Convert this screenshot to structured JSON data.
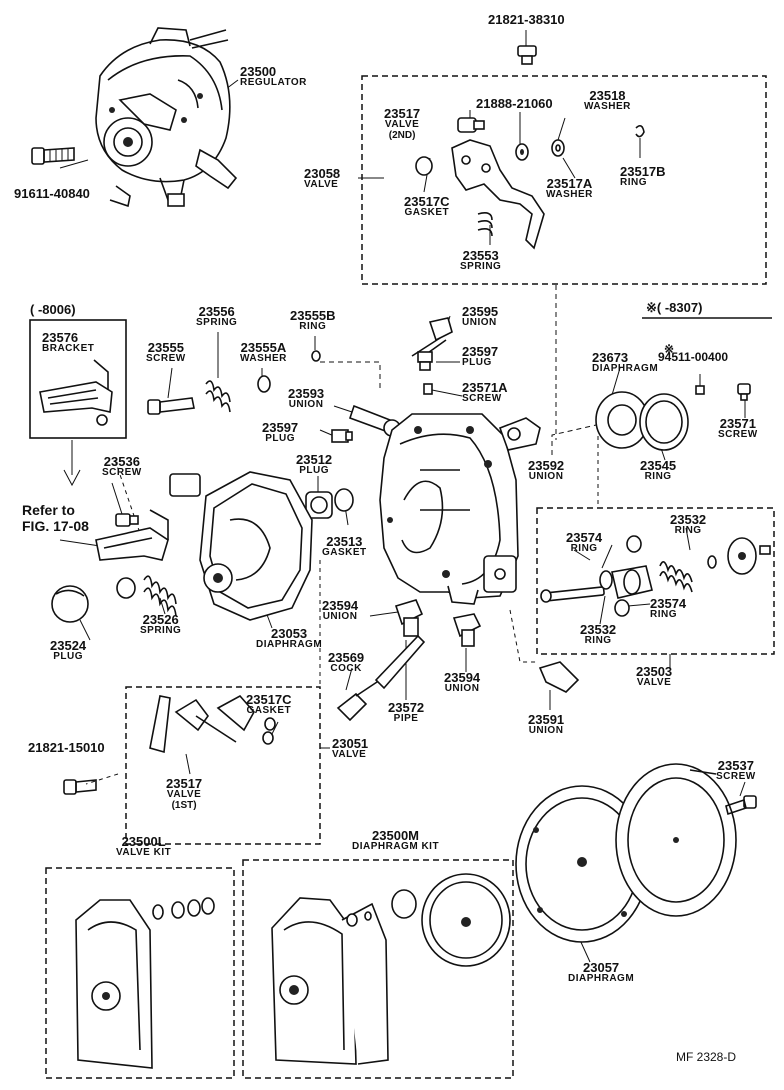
{
  "labels": {
    "l_21821_38310": {
      "num": "21821-38310"
    },
    "l_23500": {
      "num": "23500",
      "name": "REGULATOR"
    },
    "l_91611": {
      "num": "91611-40840"
    },
    "l_23517": {
      "num": "23517",
      "name": "VALVE",
      "note": "(2ND)"
    },
    "l_21888": {
      "num": "21888-21060"
    },
    "l_23518": {
      "num": "23518",
      "name": "WASHER"
    },
    "l_23058": {
      "num": "23058",
      "name": "VALVE"
    },
    "l_23517B": {
      "num": "23517B",
      "name": "RING"
    },
    "l_23517A": {
      "num": "23517A",
      "name": "WASHER"
    },
    "l_23517C_top": {
      "num": "23517C",
      "name": "GASKET"
    },
    "l_23553": {
      "num": "23553",
      "name": "SPRING"
    },
    "l_23576": {
      "num": "23576",
      "name": "BRACKET"
    },
    "l_23556": {
      "num": "23556",
      "name": "SPRING"
    },
    "l_23555B": {
      "num": "23555B",
      "name": "RING"
    },
    "l_23595": {
      "num": "23595",
      "name": "UNION"
    },
    "l_23555": {
      "num": "23555",
      "name": "SCREW"
    },
    "l_23555A": {
      "num": "23555A",
      "name": "WASHER"
    },
    "l_23597_r": {
      "num": "23597",
      "name": "PLUG"
    },
    "l_23593": {
      "num": "23593",
      "name": "UNION"
    },
    "l_23571A": {
      "num": "23571A",
      "name": "SCREW"
    },
    "l_23673": {
      "num": "23673",
      "name": "DIAPHRAGM"
    },
    "l_94511": {
      "num": "94511-00400"
    },
    "l_23571": {
      "num": "23571",
      "name": "SCREW"
    },
    "l_23597_l": {
      "num": "23597",
      "name": "PLUG"
    },
    "l_23512": {
      "num": "23512",
      "name": "PLUG"
    },
    "l_23592": {
      "num": "23592",
      "name": "UNION"
    },
    "l_23545": {
      "num": "23545",
      "name": "RING"
    },
    "l_23536": {
      "num": "23536",
      "name": "SCREW"
    },
    "l_23513": {
      "num": "23513",
      "name": "GASKET"
    },
    "l_23574_l": {
      "num": "23574",
      "name": "RING"
    },
    "l_23532_r": {
      "num": "23532",
      "name": "RING"
    },
    "l_23526": {
      "num": "23526",
      "name": "SPRING"
    },
    "l_23053": {
      "num": "23053",
      "name": "DIAPHRAGM"
    },
    "l_23594_l": {
      "num": "23594",
      "name": "UNION"
    },
    "l_23574_r": {
      "num": "23574",
      "name": "RING"
    },
    "l_23532_l": {
      "num": "23532",
      "name": "RING"
    },
    "l_23524": {
      "num": "23524",
      "name": "PLUG"
    },
    "l_23569": {
      "num": "23569",
      "name": "COCK"
    },
    "l_23594_r": {
      "num": "23594",
      "name": "UNION"
    },
    "l_23503": {
      "num": "23503",
      "name": "VALVE"
    },
    "l_23572": {
      "num": "23572",
      "name": "PIPE"
    },
    "l_23591": {
      "num": "23591",
      "name": "UNION"
    },
    "l_23517C_bot": {
      "num": "23517C",
      "name": "GASKET"
    },
    "l_23051": {
      "num": "23051",
      "name": "VALVE"
    },
    "l_21821_15010": {
      "num": "21821-15010"
    },
    "l_23517_1st": {
      "num": "23517",
      "name": "VALVE",
      "note": "(1ST)"
    },
    "l_23537": {
      "num": "23537",
      "name": "SCREW"
    },
    "l_23500L": {
      "num": "23500L",
      "name": "VALVE KIT"
    },
    "l_23500M": {
      "num": "23500M",
      "name": "DIAPHRAGM KIT"
    },
    "l_23057": {
      "num": "23057",
      "name": "DIAPHRAGM"
    }
  },
  "notes": {
    "serial_8006": "(      -8006)",
    "serial_8307": "※(      -8307)",
    "asterisk": "※",
    "refer_line1": "Refer to",
    "refer_line2": "FIG. 17-08",
    "figure_code": "MF  2328-D"
  }
}
